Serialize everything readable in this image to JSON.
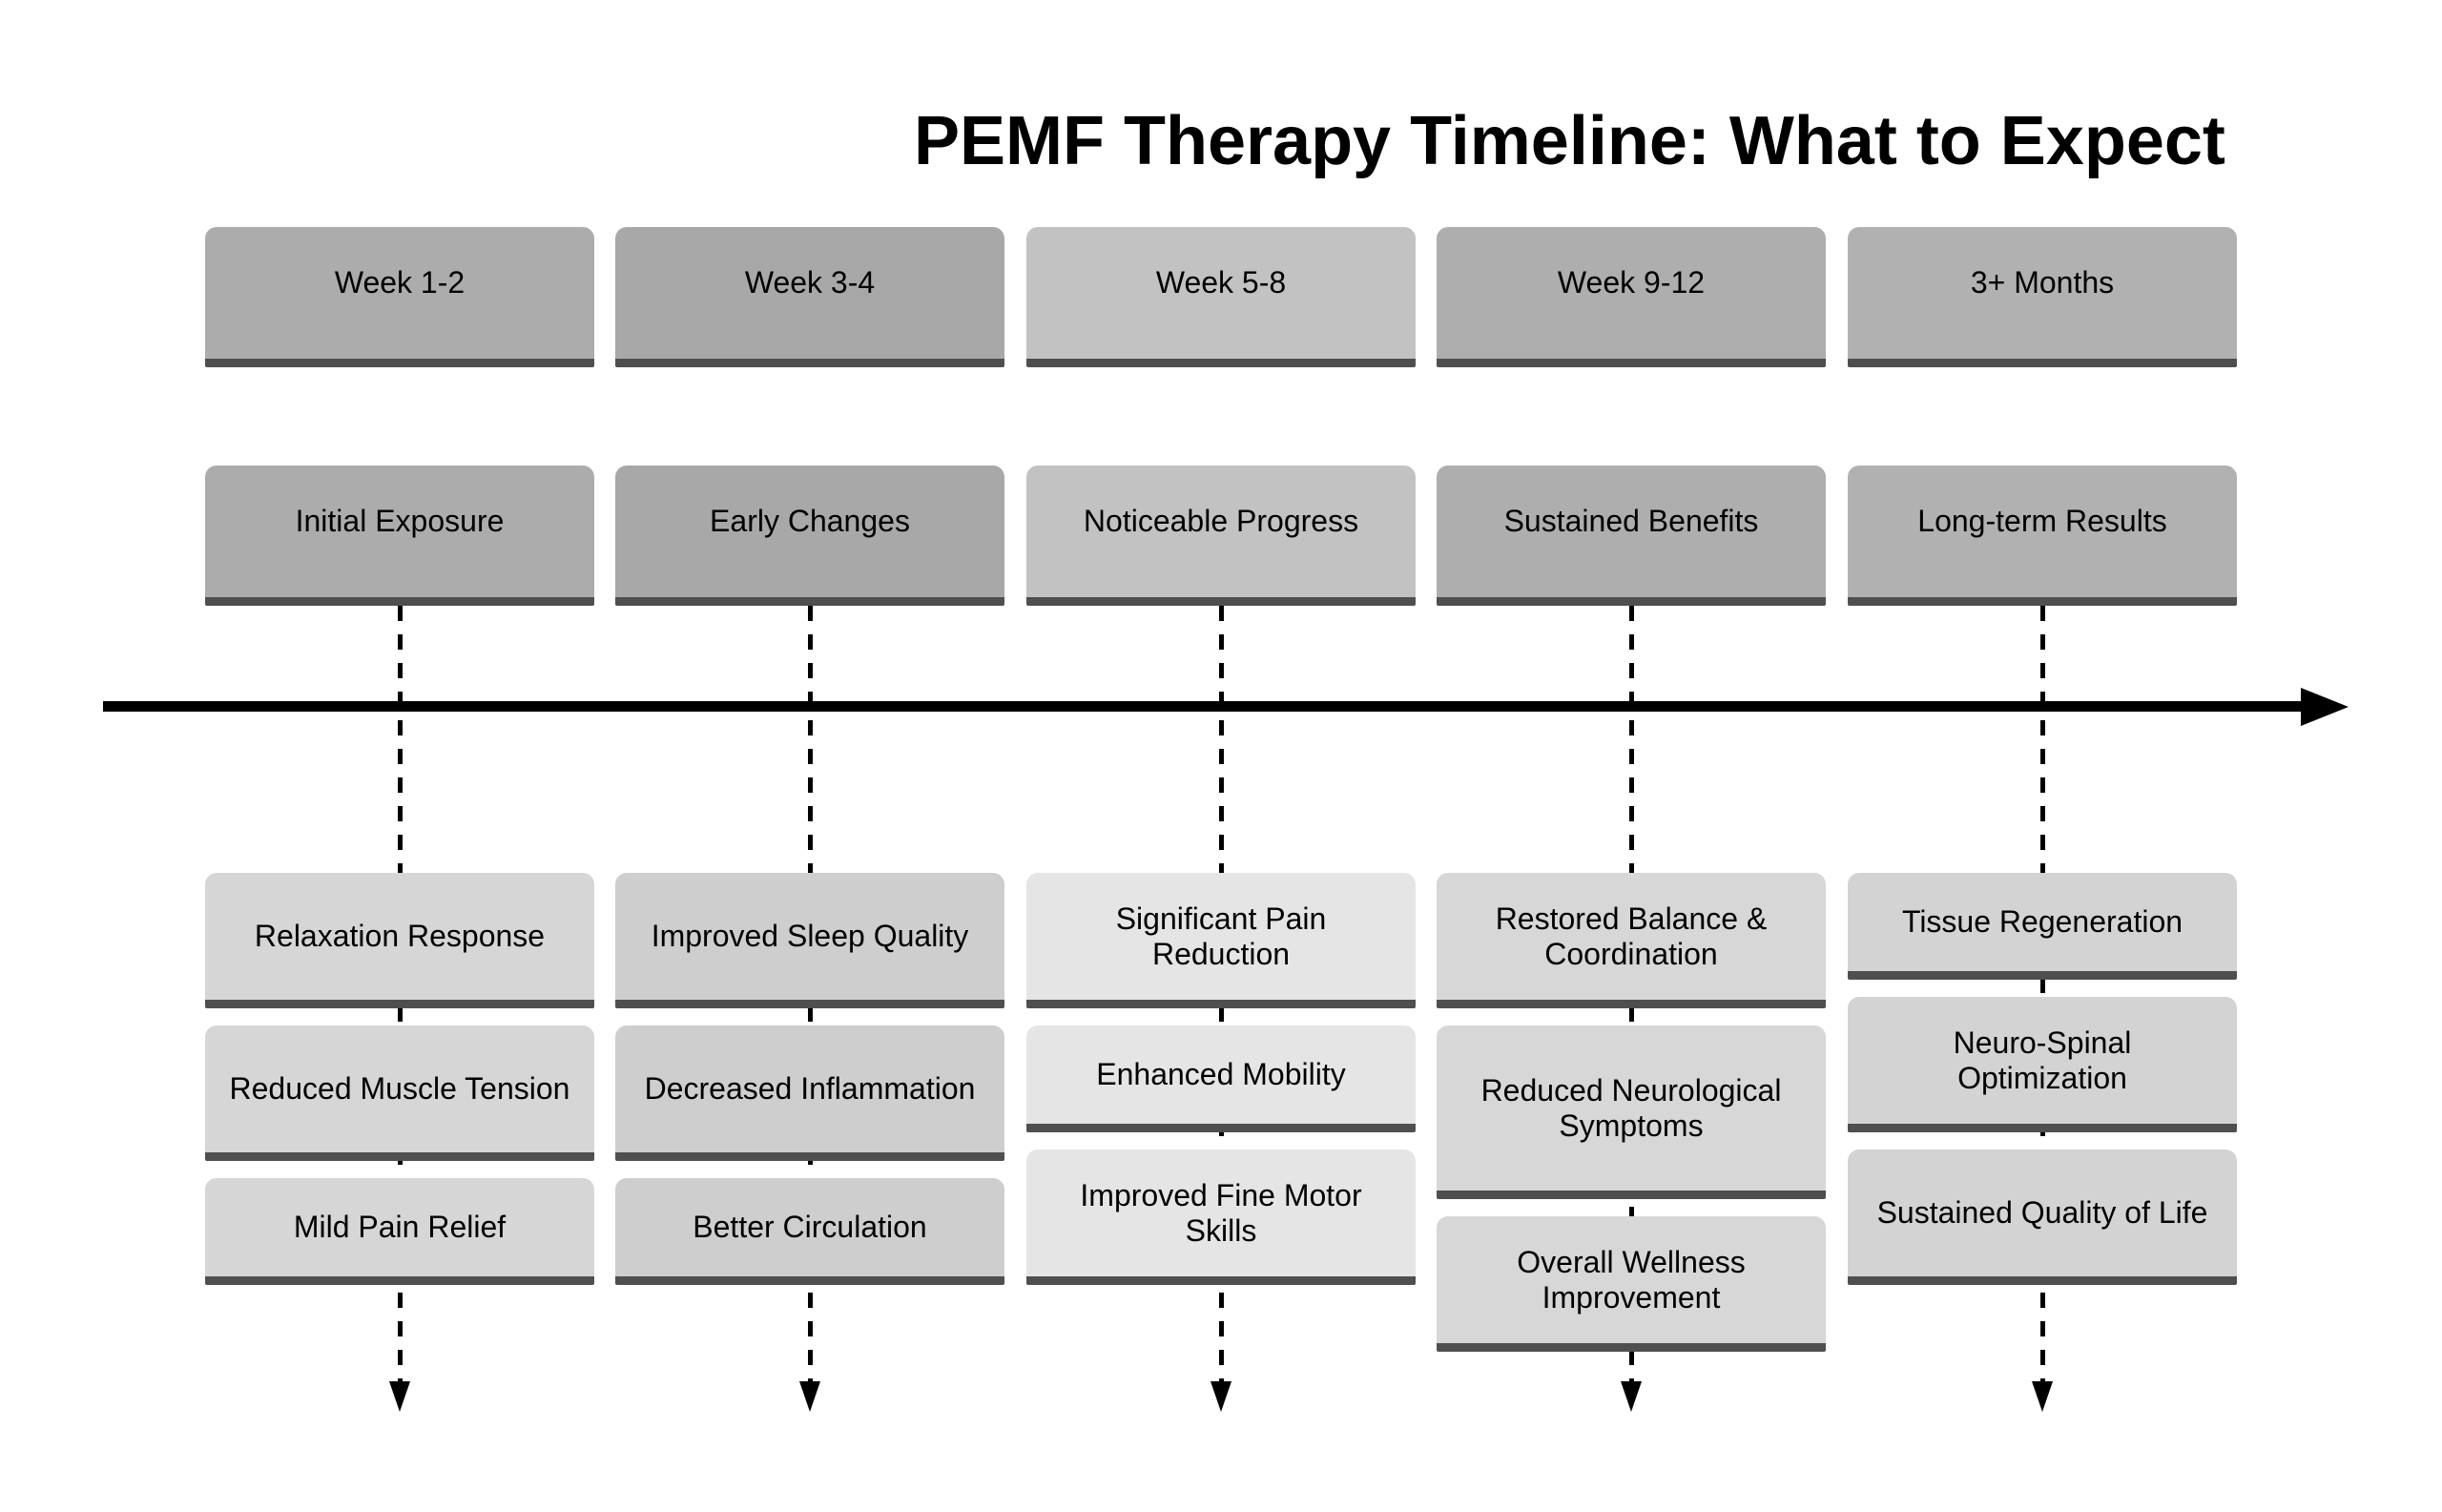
{
  "title": "PEMF Therapy Timeline: What to Expect",
  "columns": [
    {
      "week": "Week 1-2",
      "stage": "Initial Exposure",
      "benefits": [
        "Relaxation Response",
        "Reduced Muscle Tension",
        "Mild Pain Relief"
      ],
      "header_color": "#ACACAC",
      "benefit_color": "#D6D6D6"
    },
    {
      "week": "Week 3-4",
      "stage": "Early Changes",
      "benefits": [
        "Improved Sleep Quality",
        "Decreased Inflammation",
        "Better Circulation"
      ],
      "header_color": "#A8A8A8",
      "benefit_color": "#CECECE"
    },
    {
      "week": "Week 5-8",
      "stage": "Noticeable Progress",
      "benefits": [
        "Significant Pain Reduction",
        "Enhanced Mobility",
        "Improved Fine Motor Skills"
      ],
      "header_color": "#C2C2C2",
      "benefit_color": "#E5E5E5"
    },
    {
      "week": "Week 9-12",
      "stage": "Sustained Benefits",
      "benefits": [
        "Restored Balance & Coordination",
        "Reduced Neurological Symptoms",
        "Overall Wellness Improvement"
      ],
      "header_color": "#AEAEAE",
      "benefit_color": "#D7D7D7"
    },
    {
      "week": "3+ Months",
      "stage": "Long-term Results",
      "benefits": [
        "Tissue Regeneration",
        "Neuro-Spinal Optimization",
        "Sustained Quality of Life"
      ],
      "header_color": "#B1B1B1",
      "benefit_color": "#D3D3D3"
    }
  ],
  "colors": {
    "background": "#FFFFFF",
    "underline_strip": "#4F4F4F",
    "axis": "#000000",
    "text": "#000000"
  }
}
